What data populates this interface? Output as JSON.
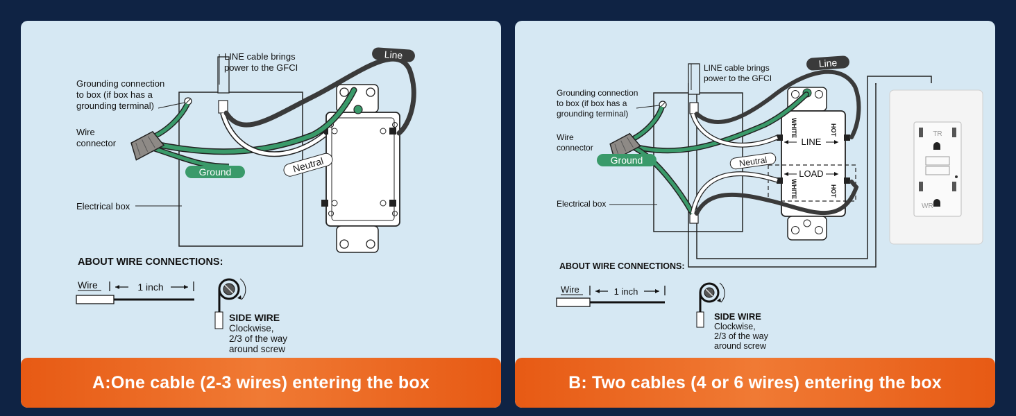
{
  "panel_a": {
    "caption": "A:One cable (2-3 wires) entering the box",
    "labels": {
      "line_cable_1": "LINE cable brings",
      "line_cable_2": "power to the GFCI",
      "grounding_1": "Grounding connection",
      "grounding_2": "to box (if box has a",
      "grounding_3": "grounding terminal)",
      "wire_connector_1": "Wire",
      "wire_connector_2": "connector",
      "electrical_box": "Electrical box",
      "tag_line": "Line",
      "tag_ground": "Ground",
      "tag_neutral": "Neutral",
      "about": "ABOUT WIRE CONNECTIONS:",
      "wire": "Wire",
      "one_inch": "1 inch",
      "side_wire": "SIDE WIRE",
      "clockwise_1": "Clockwise,",
      "clockwise_2": "2/3 of the way",
      "clockwise_3": "around screw"
    }
  },
  "panel_b": {
    "caption": "B: Two cables (4 or 6 wires) entering the box",
    "labels": {
      "line_cable_1": "LINE cable brings",
      "line_cable_2": "power to the GFCI",
      "grounding_1": "Grounding connection",
      "grounding_2": "to box (if box has a",
      "grounding_3": "grounding terminal)",
      "wire_connector_1": "Wire",
      "wire_connector_2": "connector",
      "electrical_box": "Electrical box",
      "tag_line": "Line",
      "tag_ground": "Ground",
      "tag_neutral": "Neutral",
      "line_term": "LINE",
      "load_term": "LOAD",
      "white_1": "WHITE",
      "hot_1": "HOT",
      "white_2": "WHITE",
      "hot_2": "HOT",
      "outlet_tr": "TR",
      "outlet_wr": "WR",
      "about": "ABOUT WIRE CONNECTIONS:",
      "wire": "Wire",
      "one_inch": "1 inch",
      "side_wire": "SIDE WIRE",
      "clockwise_1": "Clockwise,",
      "clockwise_2": "2/3 of the way",
      "clockwise_3": "around screw"
    }
  },
  "colors": {
    "background": "#0f2344",
    "panel": "#d6e8f3",
    "ground_green": "#3a9a6a",
    "line_black": "#3a3a3a",
    "caption_orange": "#ee6a20"
  }
}
